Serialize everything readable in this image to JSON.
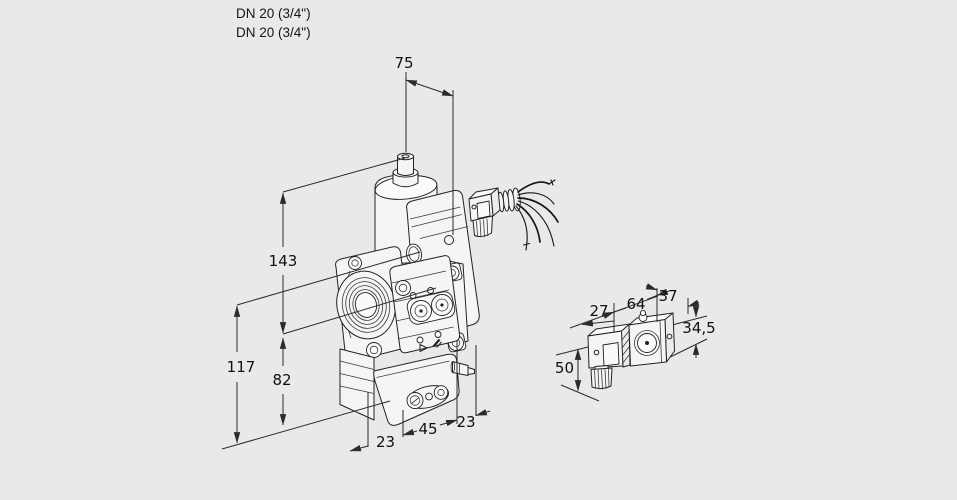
{
  "colors": {
    "background": "#e9e9e9",
    "line": "#222222",
    "dimension_line": "#2b2b2b",
    "text": "#101010",
    "header_text": "#15151d",
    "face_fill": "#f5f5f5"
  },
  "header": {
    "line1": "DN 20 (3/4\")",
    "line2": "DN 20 (3/4\")"
  },
  "main_view": {
    "description": "isometric drawing of threaded gas solenoid valve with pressure regulator",
    "dims": {
      "top_width": "75",
      "height_overall": "143",
      "height_to_base": "117",
      "height_lower_body": "82",
      "bottom_offset_left": "23",
      "bottom_width": "45",
      "bottom_offset_right": "23"
    }
  },
  "side_view": {
    "description": "side view of solenoid coil with cable plug",
    "dims": {
      "connector_width": "27",
      "body_width": "64",
      "body_depth": "37",
      "body_height": "34,5",
      "connector_height": "50"
    }
  }
}
